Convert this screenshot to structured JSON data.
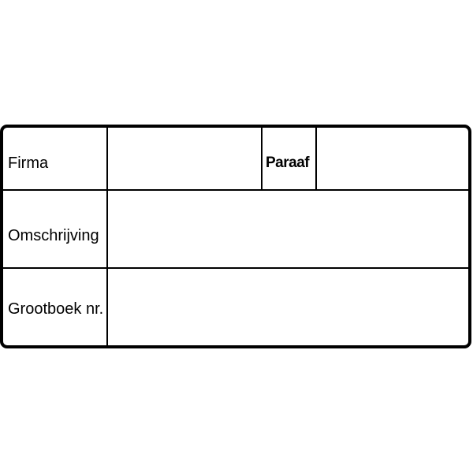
{
  "stamp": {
    "rows": [
      {
        "label": "Firma",
        "extra_label": "Paraaf"
      },
      {
        "label": "Omschrijving"
      },
      {
        "label": "Grootboek nr."
      }
    ],
    "border_color": "#000000"
  }
}
